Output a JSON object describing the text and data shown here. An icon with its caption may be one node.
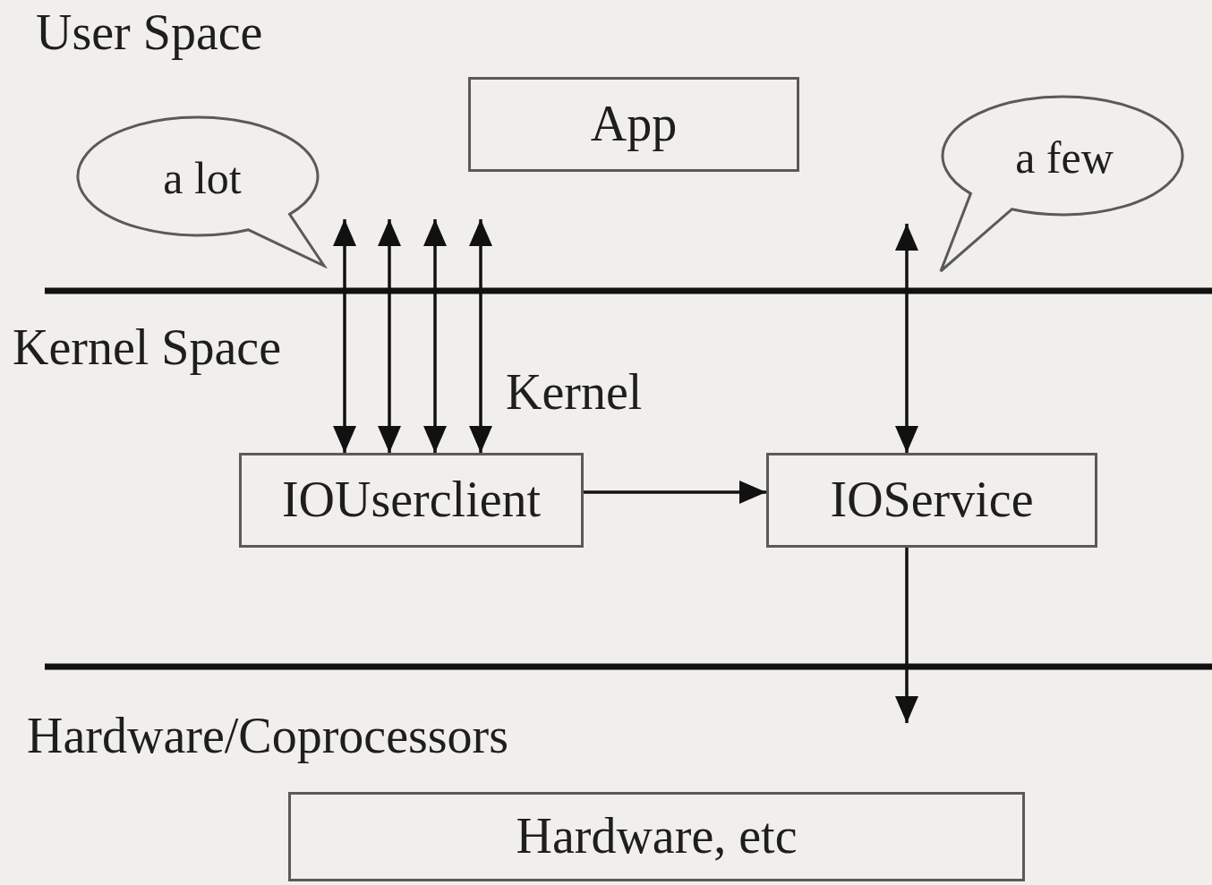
{
  "diagram": {
    "nodes": [
      {
        "text": [
          "App"
        ]
      },
      {
        "text": [
          "a lot"
        ]
      },
      {
        "text": [
          "a few"
        ]
      },
      {
        "text": [
          "IOUserclient"
        ]
      },
      {
        "text": [
          "IOService"
        ]
      },
      {
        "text": [
          "Hardware, etc"
        ]
      }
    ],
    "edges": [
      {
        "from": null,
        "to": 3,
        "arrow": "both"
      },
      {
        "from": null,
        "to": 3,
        "arrow": "both"
      },
      {
        "from": null,
        "to": 3,
        "arrow": "both"
      },
      {
        "from": null,
        "to": 3,
        "arrow": "both"
      },
      {
        "from": 3,
        "to": 4,
        "arrow": "to"
      },
      {
        "from": null,
        "to": 4,
        "arrow": "both"
      },
      {
        "from": 4,
        "to": null,
        "arrow": "to"
      }
    ],
    "labels": [
      "User Space",
      "Kernel Space",
      "Kernel",
      "Hardware/Coprocessors"
    ]
  }
}
